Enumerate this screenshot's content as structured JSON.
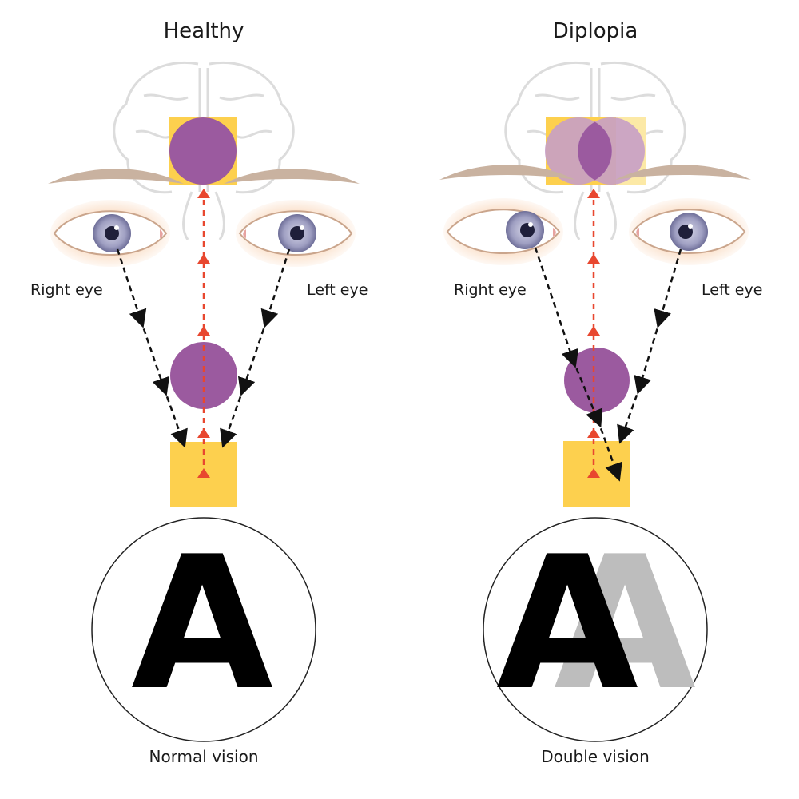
{
  "panels": {
    "healthy": {
      "title": "Healthy",
      "right_eye": "Right eye",
      "left_eye": "Left eye",
      "letter": "A",
      "caption": "Normal vision"
    },
    "diplopia": {
      "title": "Diplopia",
      "right_eye": "Right eye",
      "left_eye": "Left eye",
      "letter": "A",
      "caption": "Double vision"
    }
  },
  "colors": {
    "object_square": "#fdd04e",
    "image_circle": "#9b5a9f",
    "ghost_circle": "#c79ec7",
    "signal_arrow": "#e8472f",
    "ray_arrow": "#111111",
    "iris": "#a9a9c9",
    "ghost_letter": "#bdbdbd"
  }
}
